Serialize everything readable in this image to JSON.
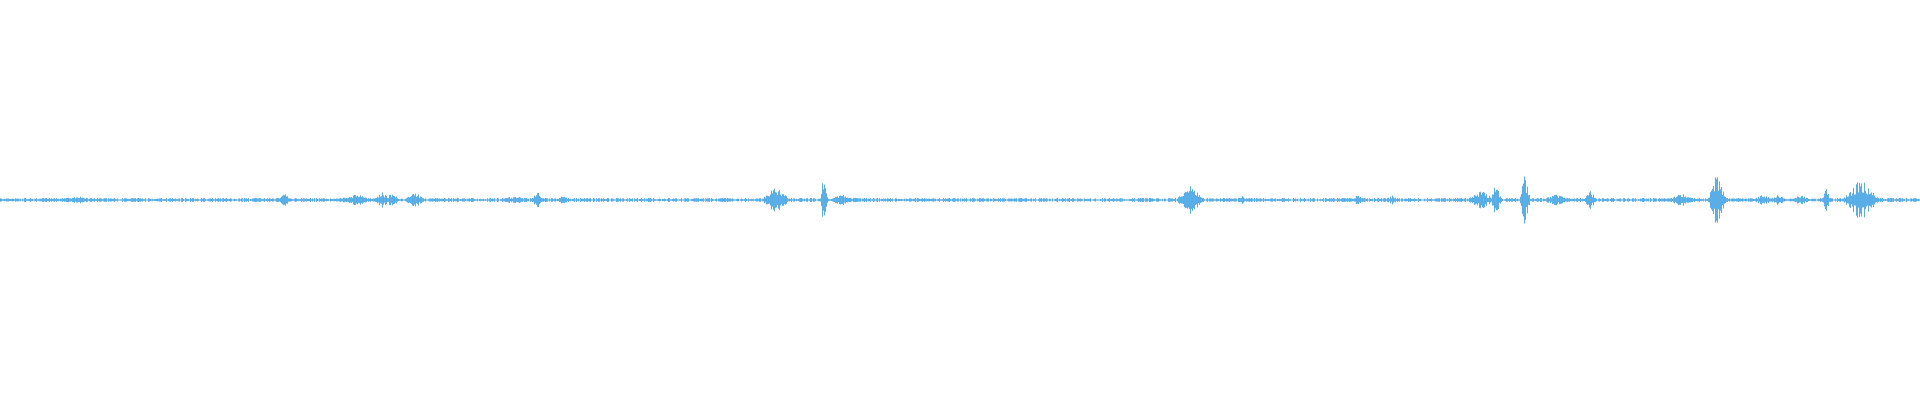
{
  "waveform": {
    "color": "#5aaee8",
    "background": "#ffffff",
    "bursts": [
      {
        "position": 0.04,
        "amplitude": 0.01,
        "width": 0.01
      },
      {
        "position": 0.148,
        "amplitude": 0.018,
        "width": 0.004
      },
      {
        "position": 0.185,
        "amplitude": 0.015,
        "width": 0.012
      },
      {
        "position": 0.199,
        "amplitude": 0.025,
        "width": 0.004
      },
      {
        "position": 0.204,
        "amplitude": 0.02,
        "width": 0.004
      },
      {
        "position": 0.216,
        "amplitude": 0.02,
        "width": 0.006
      },
      {
        "position": 0.268,
        "amplitude": 0.01,
        "width": 0.01
      },
      {
        "position": 0.28,
        "amplitude": 0.03,
        "width": 0.003
      },
      {
        "position": 0.293,
        "amplitude": 0.01,
        "width": 0.006
      },
      {
        "position": 0.376,
        "amplitude": 0.008,
        "width": 0.004
      },
      {
        "position": 0.404,
        "amplitude": 0.035,
        "width": 0.008
      },
      {
        "position": 0.429,
        "amplitude": 0.08,
        "width": 0.002
      },
      {
        "position": 0.438,
        "amplitude": 0.018,
        "width": 0.006
      },
      {
        "position": 0.62,
        "amplitude": 0.035,
        "width": 0.008
      },
      {
        "position": 0.647,
        "amplitude": 0.01,
        "width": 0.003
      },
      {
        "position": 0.707,
        "amplitude": 0.012,
        "width": 0.005
      },
      {
        "position": 0.725,
        "amplitude": 0.012,
        "width": 0.004
      },
      {
        "position": 0.771,
        "amplitude": 0.025,
        "width": 0.008
      },
      {
        "position": 0.779,
        "amplitude": 0.045,
        "width": 0.003
      },
      {
        "position": 0.794,
        "amplitude": 0.065,
        "width": 0.003
      },
      {
        "position": 0.81,
        "amplitude": 0.015,
        "width": 0.008
      },
      {
        "position": 0.828,
        "amplitude": 0.03,
        "width": 0.003
      },
      {
        "position": 0.876,
        "amplitude": 0.018,
        "width": 0.008
      },
      {
        "position": 0.894,
        "amplitude": 0.07,
        "width": 0.005
      },
      {
        "position": 0.918,
        "amplitude": 0.015,
        "width": 0.006
      },
      {
        "position": 0.926,
        "amplitude": 0.015,
        "width": 0.005
      },
      {
        "position": 0.938,
        "amplitude": 0.015,
        "width": 0.005
      },
      {
        "position": 0.951,
        "amplitude": 0.045,
        "width": 0.002
      },
      {
        "position": 0.969,
        "amplitude": 0.055,
        "width": 0.01
      }
    ],
    "noise_amplitude": 0.004,
    "seed": 1337
  }
}
